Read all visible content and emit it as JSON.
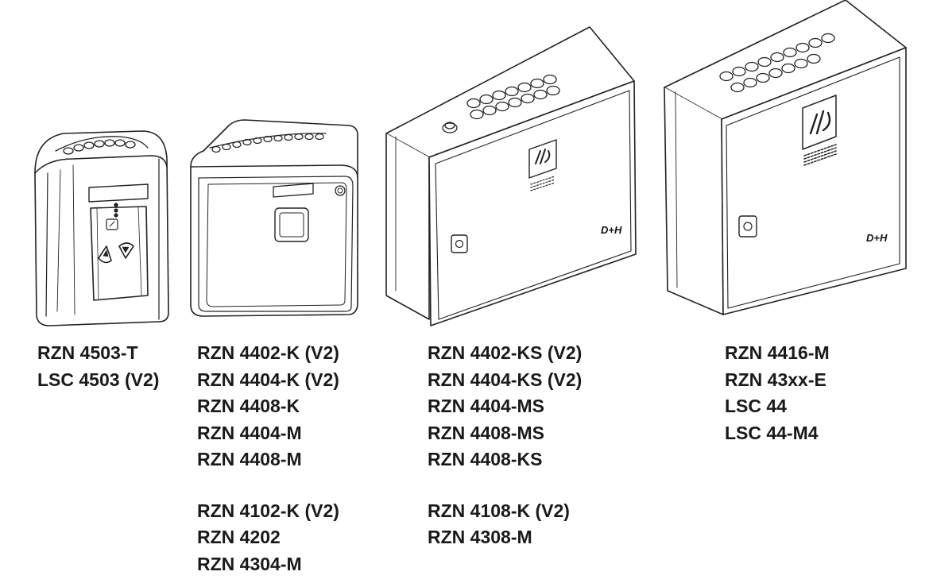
{
  "devices": [
    {
      "id": "compact-unit",
      "brand": "",
      "labels": [
        "RZN 4503-T",
        "LSC 4503 (V2)"
      ],
      "labels_extra": []
    },
    {
      "id": "square-unit",
      "brand": "",
      "labels": [
        "RZN 4402-K (V2)",
        "RZN 4404-K (V2)",
        "RZN 4408-K",
        "RZN 4404-M",
        "RZN 4408-M"
      ],
      "labels_extra": [
        "RZN 4102-K (V2)",
        "RZN 4202",
        "RZN 4304-M"
      ]
    },
    {
      "id": "wide-cabinet",
      "brand": "D+H",
      "labels": [
        "RZN 4402-KS (V2)",
        "RZN 4404-KS (V2)",
        "RZN 4404-MS",
        "RZN 4408-MS",
        "RZN 4408-KS"
      ],
      "labels_extra": [
        "RZN 4108-K (V2)",
        "RZN 4308-M"
      ]
    },
    {
      "id": "tall-cabinet",
      "brand": "D+H",
      "labels": [
        "RZN 4416-M",
        "RZN 43xx-E",
        "LSC 44",
        "LSC 44-M4"
      ],
      "labels_extra": []
    }
  ]
}
